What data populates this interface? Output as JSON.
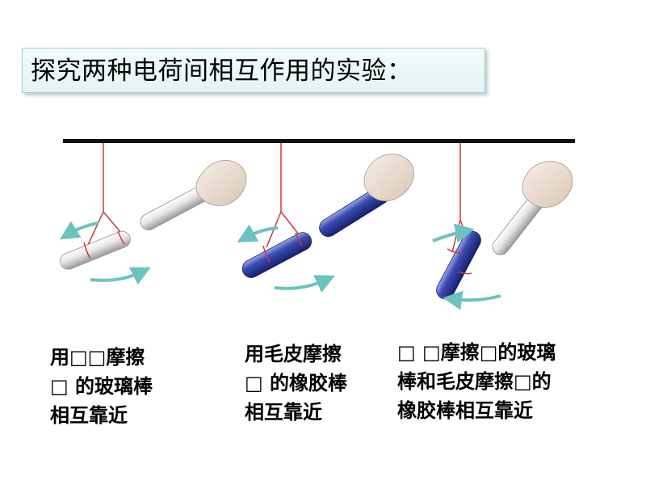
{
  "title": "探究两种电荷间相互作用的实验：",
  "captions": [
    {
      "lines": [
        "用□□摩擦",
        "□ 的玻璃棒",
        "相互靠近"
      ]
    },
    {
      "lines": [
        "用毛皮摩擦",
        "□ 的橡胶棒",
        "相互靠近"
      ]
    },
    {
      "lines": [
        "□ □摩擦□的玻璃",
        "棒和毛皮摩擦□的",
        "橡胶棒相互靠近"
      ]
    }
  ],
  "colors": {
    "glass_rod": "#d9d9d9",
    "rubber_rod": "#2e3f9e",
    "string": "#c83a3a",
    "arrow": "#6cc3bd",
    "support_bar": "#111111"
  }
}
